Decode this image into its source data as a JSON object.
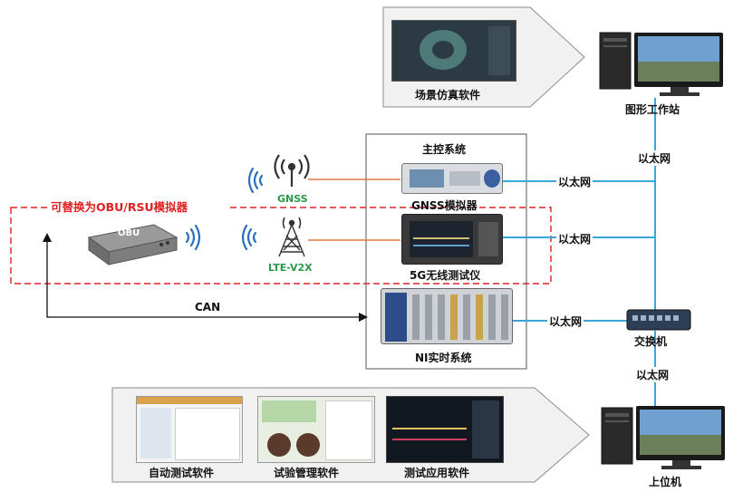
{
  "labels": {
    "scene_software": "场景仿真软件",
    "graphics_workstation": "图形工作站",
    "main_control": "主控系统",
    "gnss_antenna": "GNSS",
    "gnss_simulator": "GNSS模拟器",
    "lte_v2x": "LTE-V2X",
    "wireless_tester": "5G无线测试仪",
    "ni_realtime": "NI实时系统",
    "obu": "OBU",
    "replace_note": "可替换为OBU/RSU模拟器",
    "can": "CAN",
    "switch": "交换机",
    "host_pc": "上位机",
    "ethernet": "以太网",
    "auto_test_software": "自动测试软件",
    "test_mgmt_software": "试验管理软件",
    "test_app_software": "测试应用软件"
  },
  "colors": {
    "ethernet_line": "#38a8d8",
    "antenna_link": "#e07a3a",
    "dashed_box": "#e02020",
    "note_text": "#e02020",
    "gnss_text": "#2a9a4a",
    "lte_text": "#2a9a4a",
    "wifi_icon": "#2a6fc0",
    "panel_border": "#8a8a8a"
  }
}
